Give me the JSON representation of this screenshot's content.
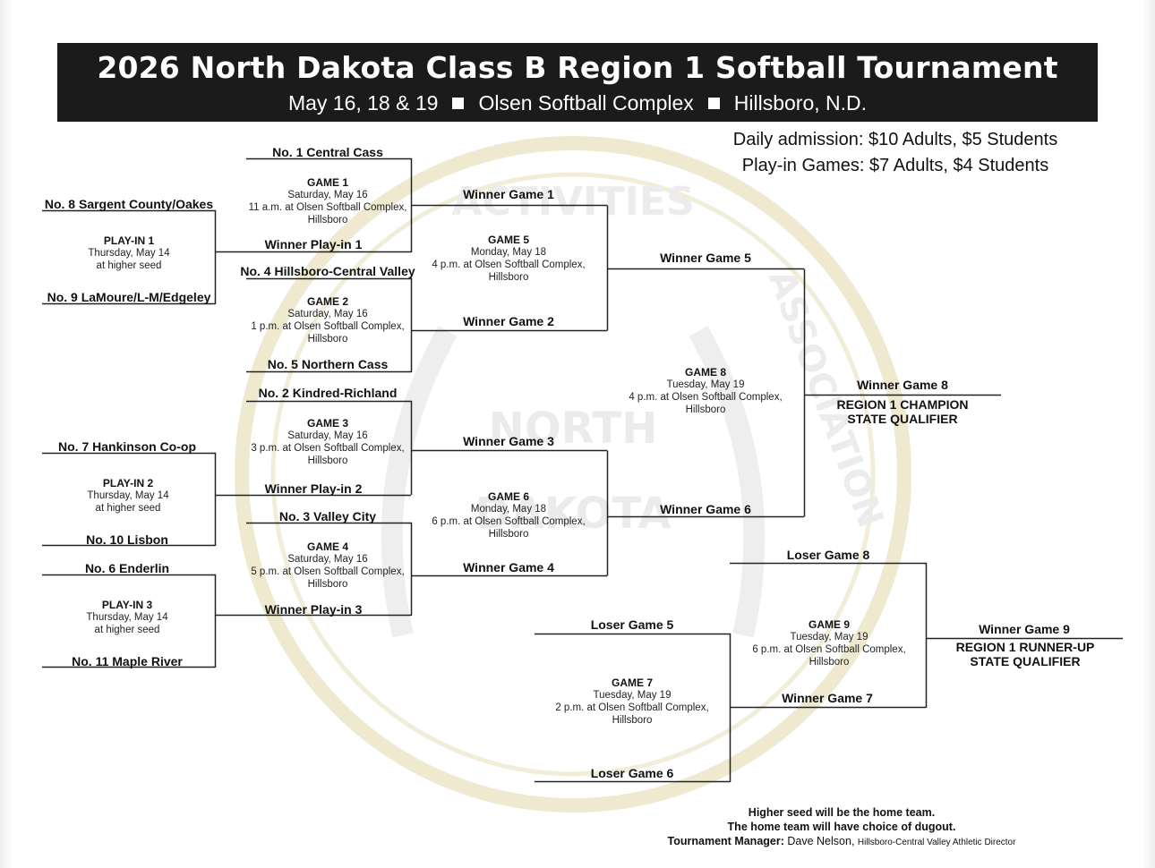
{
  "header": {
    "title": "2026 North Dakota Class B Region 1 Softball Tournament",
    "dates": "May 16, 18 & 19",
    "venue": "Olsen Softball Complex",
    "city": "Hillsboro, N.D."
  },
  "admission": {
    "daily": "Daily admission: $10 Adults, $5 Students",
    "playin": "Play-in Games: $7 Adults, $4 Students"
  },
  "watermark": {
    "text_top": "ACTIVITIES",
    "text_right": "ASSOCIATION",
    "text_mid1": "NORTH",
    "text_mid2": "DAKOTA"
  },
  "teams": {
    "seed1": "No. 1 Central Cass",
    "seed8": "No. 8 Sargent County/Oakes",
    "seed9": "No. 9 LaMoure/L-M/Edgeley",
    "seed4": "No. 4 Hillsboro-Central Valley",
    "seed5": "No. 5 Northern Cass",
    "seed2": "No. 2 Kindred-Richland",
    "seed7": "No. 7 Hankinson Co-op",
    "seed10": "No. 10 Lisbon",
    "seed3": "No. 3 Valley City",
    "seed6": "No. 6 Enderlin",
    "seed11": "No. 11 Maple River"
  },
  "slots": {
    "winner_playin1": "Winner Play-in 1",
    "winner_playin2": "Winner Play-in 2",
    "winner_playin3": "Winner Play-in 3",
    "winner_game1": "Winner Game 1",
    "winner_game2": "Winner Game 2",
    "winner_game3": "Winner Game 3",
    "winner_game4": "Winner Game 4",
    "winner_game5": "Winner Game 5",
    "winner_game6": "Winner Game 6",
    "winner_game7": "Winner Game 7",
    "winner_game8": "Winner Game 8",
    "winner_game9": "Winner Game 9",
    "loser_game5": "Loser Game 5",
    "loser_game6": "Loser Game 6",
    "loser_game8": "Loser Game 8"
  },
  "games": {
    "playin1": {
      "title": "PLAY-IN 1",
      "date": "Thursday, May 14",
      "place": "at higher seed"
    },
    "playin2": {
      "title": "PLAY-IN 2",
      "date": "Thursday, May 14",
      "place": "at higher seed"
    },
    "playin3": {
      "title": "PLAY-IN 3",
      "date": "Thursday, May 14",
      "place": "at higher seed"
    },
    "game1": {
      "title": "GAME 1",
      "date": "Saturday, May 16",
      "place1": "11 a.m. at Olsen Softball Complex,",
      "place2": "Hillsboro"
    },
    "game2": {
      "title": "GAME 2",
      "date": "Saturday, May 16",
      "place1": "1 p.m. at Olsen Softball Complex,",
      "place2": "Hillsboro"
    },
    "game3": {
      "title": "GAME 3",
      "date": "Saturday, May 16",
      "place1": "3 p.m. at Olsen Softball Complex,",
      "place2": "Hillsboro"
    },
    "game4": {
      "title": "GAME 4",
      "date": "Saturday, May 16",
      "place1": "5 p.m. at Olsen Softball Complex,",
      "place2": "Hillsboro"
    },
    "game5": {
      "title": "GAME 5",
      "date": "Monday, May 18",
      "place1": "4 p.m. at Olsen Softball Complex,",
      "place2": "Hillsboro"
    },
    "game6": {
      "title": "GAME 6",
      "date": "Monday, May 18",
      "place1": "6 p.m. at Olsen Softball Complex,",
      "place2": "Hillsboro"
    },
    "game7": {
      "title": "GAME 7",
      "date": "Tuesday, May 19",
      "place1": "2 p.m. at Olsen Softball Complex,",
      "place2": "Hillsboro"
    },
    "game8": {
      "title": "GAME 8",
      "date": "Tuesday, May 19",
      "place1": "4 p.m. at Olsen Softball Complex,",
      "place2": "Hillsboro"
    },
    "game9": {
      "title": "GAME 9",
      "date": "Tuesday, May 19",
      "place1": "6 p.m. at Olsen Softball Complex,",
      "place2": "Hillsboro"
    }
  },
  "results": {
    "champion_line1": "REGION 1 CHAMPION",
    "champion_line2": "STATE QUALIFIER",
    "runnerup_line1": "REGION 1 RUNNER-UP",
    "runnerup_line2": "STATE QUALIFIER"
  },
  "notes": {
    "line1": "Higher seed will be the home team.",
    "line2": "The home team will have choice of dugout.",
    "manager_label": "Tournament Manager:",
    "manager_name": "Dave Nelson,",
    "manager_role": "Hillsboro-Central Valley Athletic Director"
  }
}
